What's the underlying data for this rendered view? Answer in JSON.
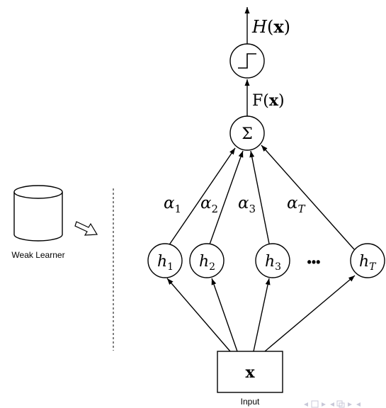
{
  "output_label": {
    "name": "H",
    "arg": "x"
  },
  "sum_symbol": "Σ",
  "combined_label": {
    "name": "F",
    "arg": "x"
  },
  "weak_learner_caption": "Weak Learner",
  "weights": [
    {
      "sym": "α",
      "sub": "1"
    },
    {
      "sym": "α",
      "sub": "2"
    },
    {
      "sym": "α",
      "sub": "3"
    },
    {
      "sym": "α",
      "sub": "T"
    }
  ],
  "learners": [
    {
      "sym": "h",
      "sub": "1"
    },
    {
      "sym": "h",
      "sub": "2"
    },
    {
      "sym": "h",
      "sub": "3"
    },
    {
      "sym": "h",
      "sub": "T"
    }
  ],
  "ellipsis": "•••",
  "input_symbol": "x",
  "input_caption": "Input",
  "colors": {
    "ink": "#000000",
    "nav": "#c8c8d8"
  }
}
